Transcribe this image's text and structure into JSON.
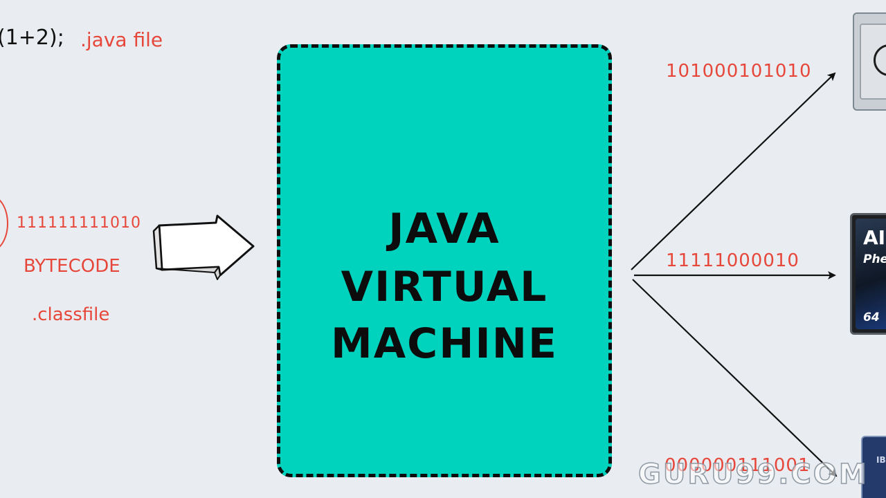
{
  "source": {
    "code_fragment": "(1+2);",
    "file_label": ".java file"
  },
  "compiled": {
    "bits": "111111111010",
    "bytecode_label": "BYTECODE",
    "classfile_label": ".classfile"
  },
  "jvm": {
    "line1": "JAVA",
    "line2": "VIRTUAL",
    "line3": "MACHINE",
    "fill_color": "#00d3bd",
    "border_color": "#0d0d0d"
  },
  "outputs": [
    {
      "bits": "101000101010",
      "target": "intel-processor"
    },
    {
      "bits": "11111000010",
      "target": "amd-processor"
    },
    {
      "bits": "000000111001",
      "target": "ibm-processor"
    }
  ],
  "chips": {
    "amd_brand": "AI",
    "amd_model": "Phe",
    "amd_bits": "64",
    "ibm_brand": "IB"
  },
  "watermark": "GURU99.COM",
  "colors": {
    "accent_red": "#e7473a",
    "background": "#e9edf1",
    "ink": "#111111"
  }
}
